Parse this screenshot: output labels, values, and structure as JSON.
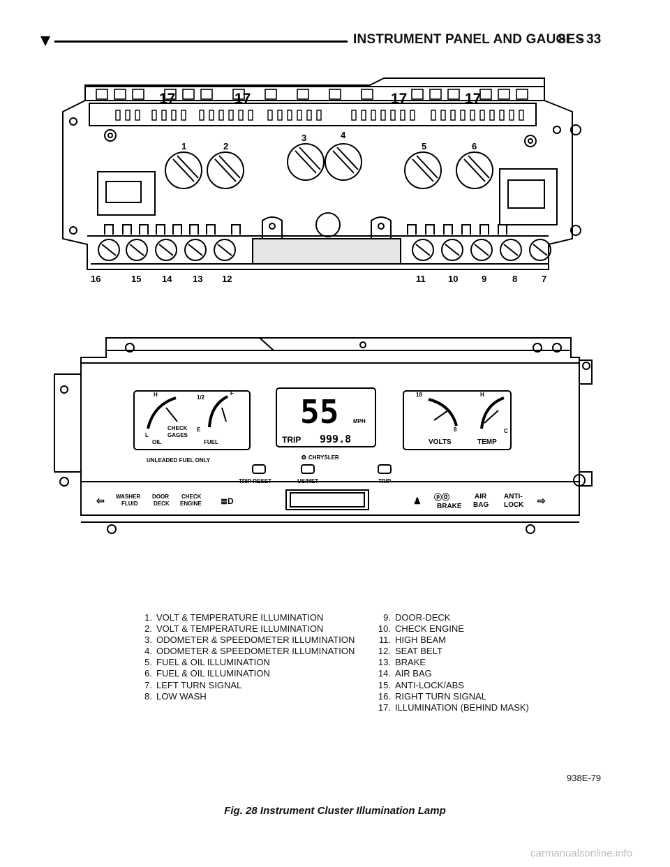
{
  "header": {
    "title": "INSTRUMENT PANEL AND GAUGES",
    "page": "8E - 33"
  },
  "rear_view": {
    "callouts_top": [
      "1",
      "2",
      "3",
      "4",
      "5",
      "6"
    ],
    "callout_17": "17",
    "callouts_bottom_left": [
      "16",
      "15",
      "14",
      "13",
      "12"
    ],
    "callouts_bottom_right": [
      "11",
      "10",
      "9",
      "8",
      "7"
    ]
  },
  "front_view": {
    "fuel_gauge": {
      "h": "H",
      "half": "1/2",
      "f": "F",
      "l": "L",
      "e": "E",
      "check_gages": "CHECK\nGAGES",
      "check": "CHECK",
      "gages": "GAGES",
      "oil": "OIL",
      "fuel": "FUEL"
    },
    "speedo": {
      "speed": "55",
      "unit": "MPH",
      "trip_label": "TRIP",
      "trip_value": "999.8"
    },
    "volt_gauge": {
      "v18": "18",
      "v8": "8",
      "h": "H",
      "c": "C",
      "volts": "VOLTS",
      "temp": "TEMP"
    },
    "unleaded": "UNLEADED FUEL ONLY",
    "brand": "CHRYSLER",
    "buttons": [
      "TRIP RESET",
      "US/MET",
      "TRIP"
    ],
    "telltales": {
      "washer": "WASHER",
      "fluid": "FLUID",
      "door": "DOOR",
      "deck": "DECK",
      "check": "CHECK",
      "engine": "ENGINE",
      "air": "AIR",
      "bag": "BAG",
      "anti": "ANTI-",
      "lock": "LOCK",
      "brake": "BRAKE"
    }
  },
  "legend_left": [
    {
      "num": "1.",
      "text": "VOLT & TEMPERATURE ILLUMINATION"
    },
    {
      "num": "2.",
      "text": "VOLT & TEMPERATURE ILLUMINATION"
    },
    {
      "num": "3.",
      "text": "ODOMETER & SPEEDOMETER ILLUMINATION"
    },
    {
      "num": "4.",
      "text": "ODOMETER & SPEEDOMETER ILLUMINATION"
    },
    {
      "num": "5.",
      "text": "FUEL & OIL ILLUMINATION"
    },
    {
      "num": "6.",
      "text": "FUEL & OIL ILLUMINATION"
    },
    {
      "num": "7.",
      "text": "LEFT TURN SIGNAL"
    },
    {
      "num": "8.",
      "text": "LOW WASH"
    }
  ],
  "legend_right": [
    {
      "num": "9.",
      "text": "DOOR-DECK"
    },
    {
      "num": "10.",
      "text": "CHECK ENGINE"
    },
    {
      "num": "11.",
      "text": "HIGH BEAM"
    },
    {
      "num": "12.",
      "text": "SEAT BELT"
    },
    {
      "num": "13.",
      "text": "BRAKE"
    },
    {
      "num": "14.",
      "text": "AIR BAG"
    },
    {
      "num": "15.",
      "text": "ANTI-LOCK/ABS"
    },
    {
      "num": "16.",
      "text": "RIGHT TURN SIGNAL"
    },
    {
      "num": "17.",
      "text": "ILLUMINATION (BEHIND MASK)"
    }
  ],
  "figure_id": "938E-79",
  "caption": "Fig. 28 Instrument Cluster Illumination Lamp",
  "watermark": "carmanualsonline.info"
}
